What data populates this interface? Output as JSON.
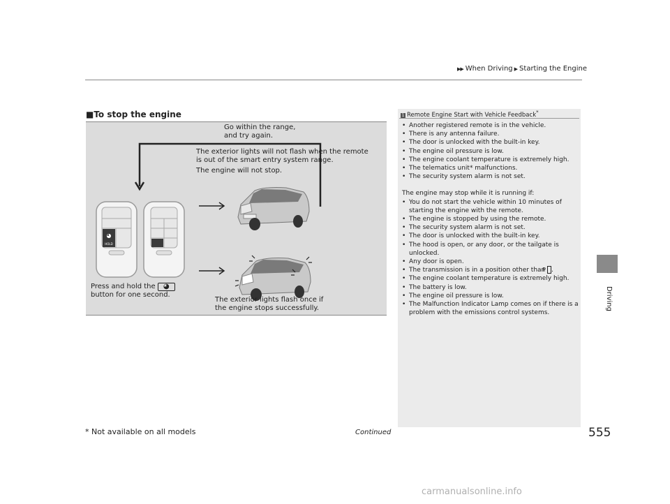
{
  "header": {
    "crumb1": "When Driving",
    "crumb2": "Starting the Engine"
  },
  "sidebar": {
    "label": "Driving"
  },
  "section": {
    "title": "To stop the engine"
  },
  "diagram": {
    "retry_text": [
      "Go within the range,",
      "and try again."
    ],
    "no_flash_text": [
      "The exterior lights will not flash when the remote",
      "is out of the smart entry system range."
    ],
    "not_stop_text": "The engine will not stop.",
    "press_text_1": "Press and hold the",
    "press_text_2": "button for one second.",
    "flash_text": [
      "The exterior lights flash once if",
      "the engine stops successfully."
    ],
    "fob_label": "HOLD"
  },
  "notes": {
    "title": "Remote Engine Start with Vehicle Feedback",
    "title_mark": "*",
    "bullets_1": [
      "Another registered remote is in the vehicle.",
      "There is any antenna failure.",
      "The door is unlocked with the built-in key.",
      "The engine oil pressure is low.",
      "The engine coolant temperature is extremely high.",
      "The telematics unit* malfunctions.",
      "The security system alarm is not set."
    ],
    "intro_2": "The engine may stop while it is running if:",
    "bullets_2": [
      "You do not start the vehicle within 10 minutes of starting the engine with the remote.",
      "The engine is stopped by using the remote.",
      "The security system alarm is not set.",
      "The door is unlocked with the built-in key.",
      "The hood is open, or any door, or the tailgate is unlocked.",
      "Any door is open."
    ],
    "transmission_text": "The transmission is in a position other than",
    "gear": "P",
    "bullets_3": [
      "The engine coolant temperature is extremely high.",
      "The battery is low.",
      "The engine oil pressure is low.",
      "The Malfunction Indicator Lamp comes on if there is a problem with the emissions control systems."
    ]
  },
  "footer": {
    "continued": "Continued",
    "page": "555",
    "footnote": "* Not available on all models",
    "watermark": "carmanualsonline.info"
  }
}
